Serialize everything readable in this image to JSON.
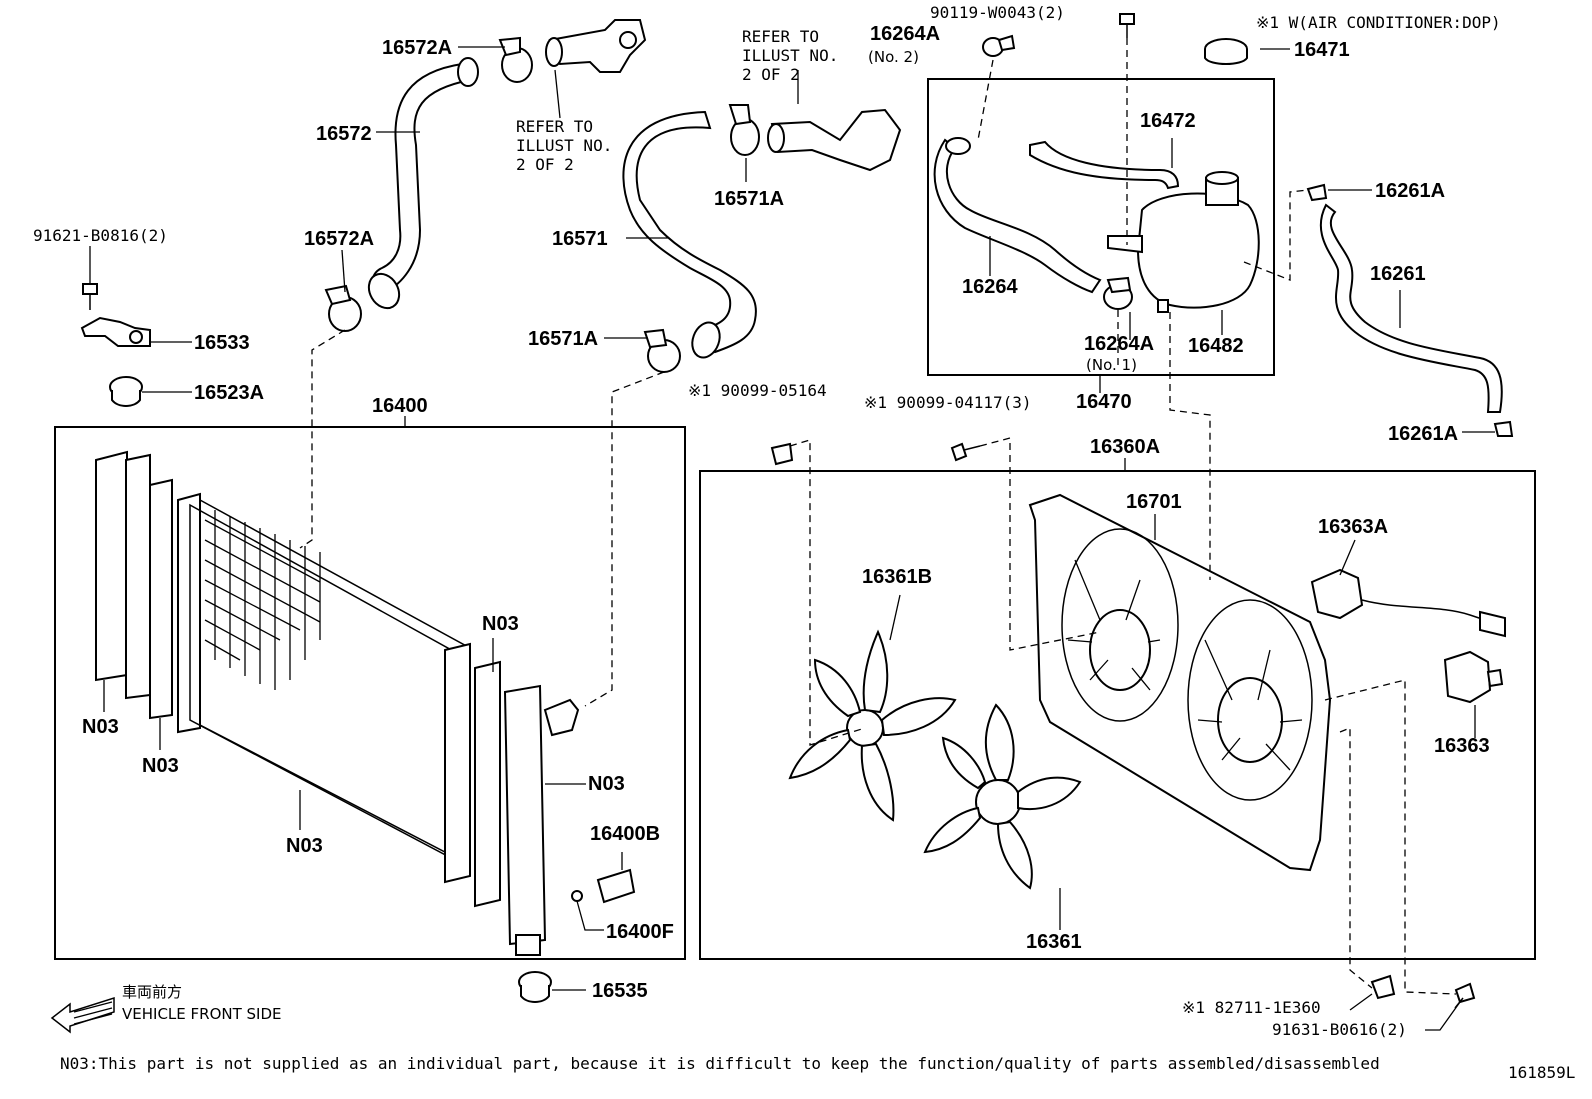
{
  "labels": {
    "p16572A_top": "16572A",
    "p16572": "16572",
    "p16572A_low": "16572A",
    "refer_left": [
      "REFER TO",
      "ILLUST NO.",
      "2 OF 2"
    ],
    "refer_right": [
      "REFER TO",
      "ILLUST NO.",
      "2 OF 2"
    ],
    "p16571A_top": "16571A",
    "p16571": "16571",
    "p16571A_low": "16571A",
    "p90119": "90119-W0043(2)",
    "p16264A_no2": "16264A",
    "no2": "(No. 2)",
    "p16471": "16471",
    "p16472": "16472",
    "p16264": "16264",
    "p16264A_no1": "16264A",
    "no1": "(No. 1)",
    "p16482": "16482",
    "p16470": "16470",
    "p16261A_top": "16261A",
    "p16261": "16261",
    "p16261A_low": "16261A",
    "p91621": "91621-B0816(2)",
    "p16533": "16533",
    "p16523A": "16523A",
    "p16400": "16400",
    "p90099_05164": "※1 90099-05164",
    "p90099_04117": "※1 90099-04117(3)",
    "p16360A": "16360A",
    "p16701": "16701",
    "p16363A": "16363A",
    "p16361B": "16361B",
    "p16363": "16363",
    "p16361": "16361",
    "n03_a": "N03",
    "n03_b": "N03",
    "n03_c": "N03",
    "n03_d": "N03",
    "n03_e": "N03",
    "p16400B": "16400B",
    "p16400F": "16400F",
    "p16535": "16535",
    "p82711": "※1 82711-1E360",
    "p91631": "91631-B0616(2)",
    "ac_note": "※1  W(AIR CONDITIONER:DOP)"
  },
  "front_jp": "車両前方",
  "front_en": "VEHICLE FRONT SIDE",
  "footnote": "N03:This part is not supplied as an individual part, because it is difficult to keep the function/quality of parts assembled/disassembled",
  "diagram_id": "161859L"
}
